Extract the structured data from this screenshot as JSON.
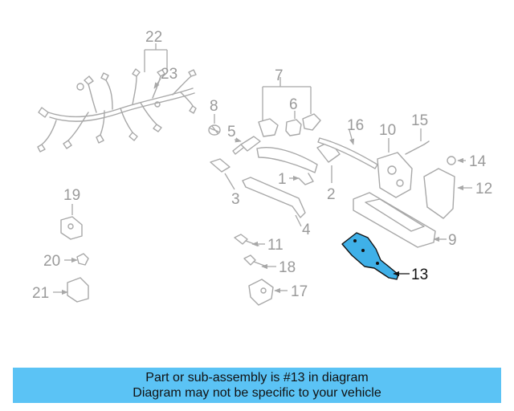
{
  "diagram": {
    "highlighted_part": "13",
    "highlight_color": "#3fb0e8",
    "callouts": {
      "p1": "1",
      "p2": "2",
      "p3": "3",
      "p4": "4",
      "p5": "5",
      "p6": "6",
      "p7": "7",
      "p8": "8",
      "p9": "9",
      "p10": "10",
      "p11": "11",
      "p12": "12",
      "p13": "13",
      "p14": "14",
      "p15": "15",
      "p16": "16",
      "p17": "17",
      "p18": "18",
      "p19": "19",
      "p20": "20",
      "p21": "21",
      "p22": "22",
      "p23": "23"
    }
  },
  "caption": {
    "line1": "Part or sub-assembly is #13 in diagram",
    "line2": "Diagram may not be specific to your vehicle",
    "background": "#5bc3f5"
  }
}
